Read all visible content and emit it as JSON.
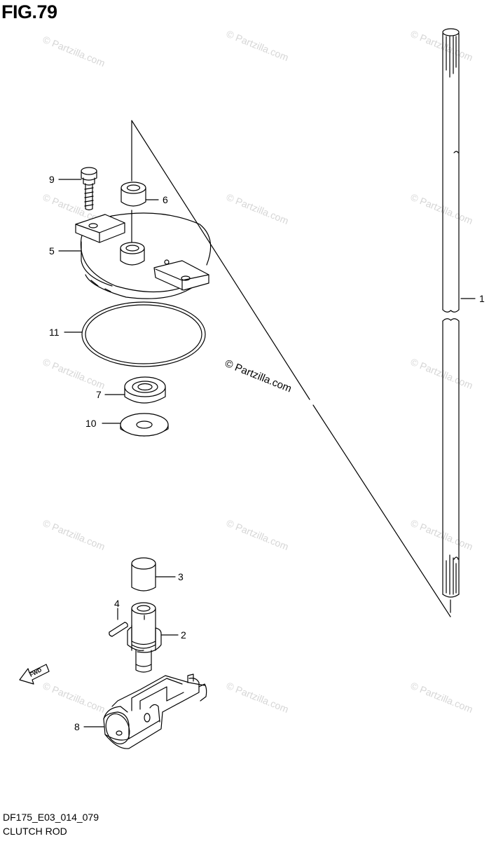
{
  "figure": {
    "title": "FIG.79",
    "code": "DF175_E03_014_079",
    "name": "CLUTCH ROD"
  },
  "watermark": {
    "text": "© Partzilla.com",
    "center_text": "© Partzilla.com"
  },
  "fwd_label": "FWD",
  "callouts": [
    {
      "label": "1",
      "part": "clutch-rod"
    },
    {
      "label": "2",
      "part": "clutch-shaft"
    },
    {
      "label": "3",
      "part": "bushing"
    },
    {
      "label": "4",
      "part": "pin"
    },
    {
      "label": "5",
      "part": "housing-plate"
    },
    {
      "label": "6",
      "part": "oil-seal"
    },
    {
      "label": "7",
      "part": "bearing"
    },
    {
      "label": "8",
      "part": "shift-yoke"
    },
    {
      "label": "9",
      "part": "bolt"
    },
    {
      "label": "10",
      "part": "washer"
    },
    {
      "label": "11",
      "part": "o-ring"
    }
  ],
  "colors": {
    "line": "#000000",
    "watermark": "#d6d6d6",
    "background": "#ffffff"
  }
}
